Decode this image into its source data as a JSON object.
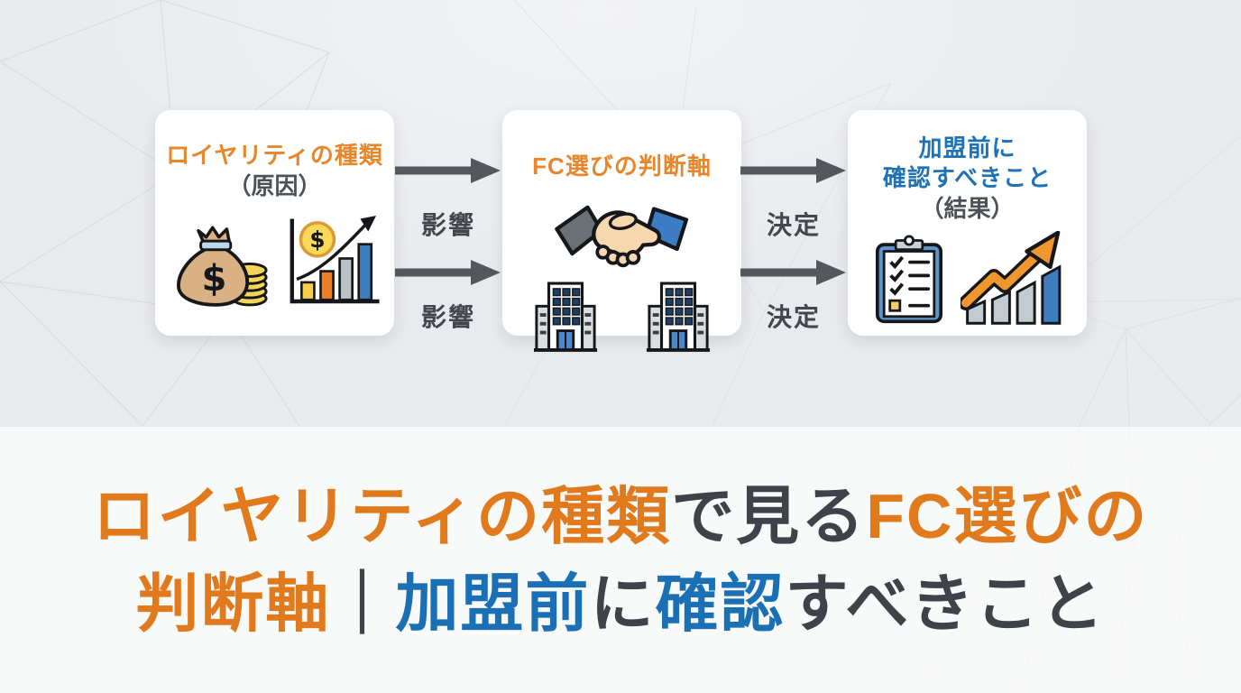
{
  "colors": {
    "accent_orange": "#E07A1C",
    "accent_blue": "#1B70B5",
    "dark_text": "#3E4349",
    "arrow_gray": "#54585D",
    "card_background": "#FFFFFF"
  },
  "flow": {
    "cards": [
      {
        "title": "ロイヤリティの種類",
        "subtitle": "（原因）",
        "icons": [
          "money-bag-icon",
          "sales-growth-chart-icon"
        ]
      },
      {
        "title": "FC選びの判断軸",
        "icons": [
          "handshake-icon",
          "building-icon",
          "building-icon"
        ]
      },
      {
        "title_line1": "加盟前に",
        "title_line2": "確認すべきこと",
        "subtitle": "（結果）",
        "icons": [
          "checklist-clipboard-icon",
          "growth-arrow-icon"
        ]
      }
    ],
    "connectors": [
      {
        "labels": [
          "影響",
          "影響"
        ]
      },
      {
        "labels": [
          "決定",
          "決定"
        ]
      }
    ]
  },
  "main_title": {
    "line1": [
      {
        "text": "ロイヤリティの種類",
        "color": "orange"
      },
      {
        "text": "で見る",
        "color": "dark"
      },
      {
        "text": "FC選びの",
        "color": "orange"
      }
    ],
    "line2": [
      {
        "text": "判断軸",
        "color": "orange"
      },
      {
        "text": "｜",
        "color": "dark"
      },
      {
        "text": "加盟前",
        "color": "blue"
      },
      {
        "text": "に",
        "color": "dark"
      },
      {
        "text": "確認",
        "color": "blue"
      },
      {
        "text": "すべきこと",
        "color": "dark"
      }
    ]
  }
}
